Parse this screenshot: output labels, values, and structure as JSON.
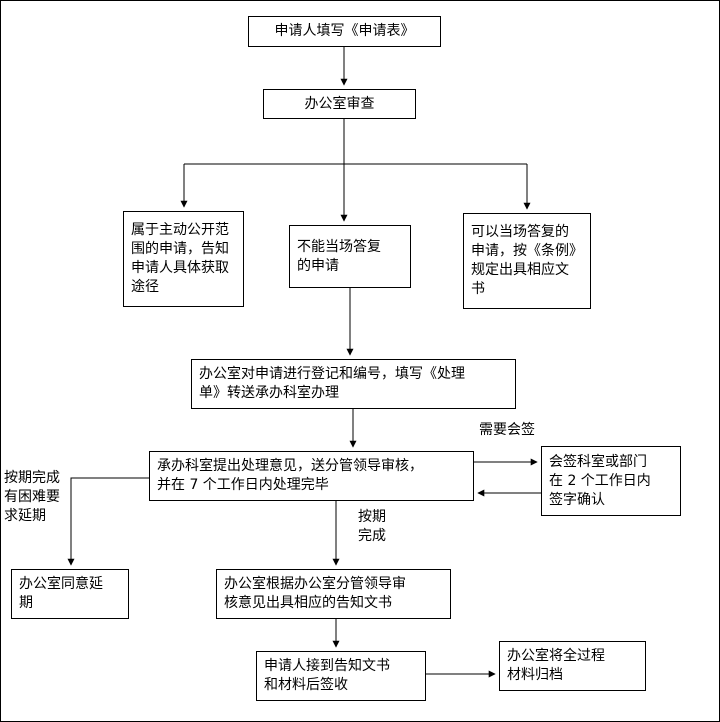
{
  "nodes": {
    "fill_form": "申请人填写《申请表》",
    "office_review": "办公室审查",
    "proactive": "属于主动公开范\n围的申请，告知\n申请人具体获取\n途径",
    "cannot_onsite": "不能当场答复\n的申请",
    "can_onsite": "可以当场答复的\n申请，按《条例》\n规定出具相应文\n书",
    "register": "办公室对申请进行登记和编号，填写《处理\n单》转送承办科室办理",
    "handle": "承办科室提出处理意见，送分管领导审核，\n并在 7 个工作日内处理完毕",
    "countersign": "会签科室或部门\n在 2 个工作日内\n签字确认",
    "extension": "办公室同意延\n期",
    "notify": "办公室根据办公室分管领导审\n核意见出具相应的告知文书",
    "receive": "申请人接到告知文书\n和材料后签收",
    "archive": "办公室将全过程\n材料归档"
  },
  "labels": {
    "need_countersign": "需要会签",
    "on_schedule": "按期\n完成",
    "extension_request": "按期完成\n有困难要\n求延期"
  },
  "colors": {
    "line": "#000000",
    "box_border": "#000000",
    "background": "#ffffff"
  }
}
